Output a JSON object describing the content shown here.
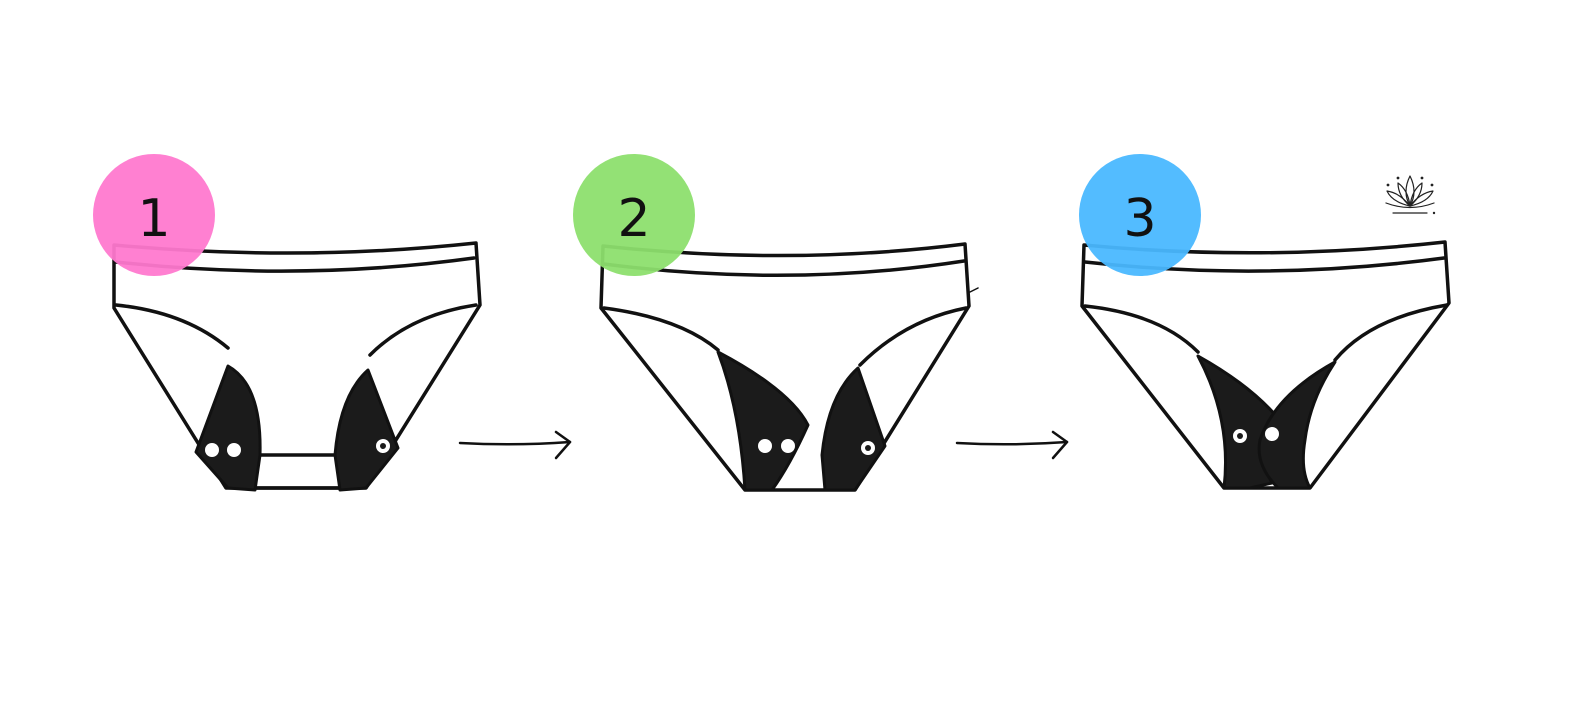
{
  "steps": [
    {
      "number": "1",
      "badge_color": "#ff79cf",
      "state": "wings-open"
    },
    {
      "number": "2",
      "badge_color": "#8ddf6e",
      "state": "wings-folding"
    },
    {
      "number": "3",
      "badge_color": "#4ab8ff",
      "state": "wings-snapped"
    }
  ],
  "arrows": [
    {
      "from": "1",
      "to": "2"
    },
    {
      "from": "2",
      "to": "3"
    }
  ],
  "logo": {
    "icon": "lotus-icon"
  },
  "colors": {
    "outline": "#111111",
    "fill": "#ffffff",
    "wing": "#1b1b1b"
  }
}
